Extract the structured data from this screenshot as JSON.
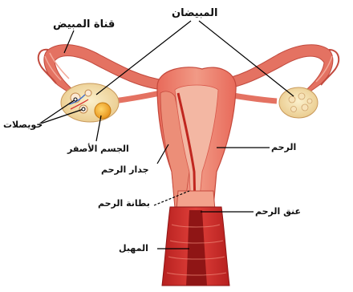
{
  "labels": {
    "fallopian_tube": "قناة المبيض",
    "ovaries": "المبيضان",
    "follicles": "حويصلات",
    "corpus_luteum": "الجسم الأصفر",
    "uterus": "الرحم",
    "uterine_wall": "جدار الرحم",
    "endometrium": "بطانة الرحم",
    "cervix": "عنق الرحم",
    "vagina": "المهبل"
  },
  "colors": {
    "tissue_red": "#d8433f",
    "tissue_light": "#f0a693",
    "inner_pink": "#f4b3a0",
    "ovary_yellow": "#f0d9a0",
    "corpus_luteum": "#f4b23a",
    "line": "#000000"
  }
}
